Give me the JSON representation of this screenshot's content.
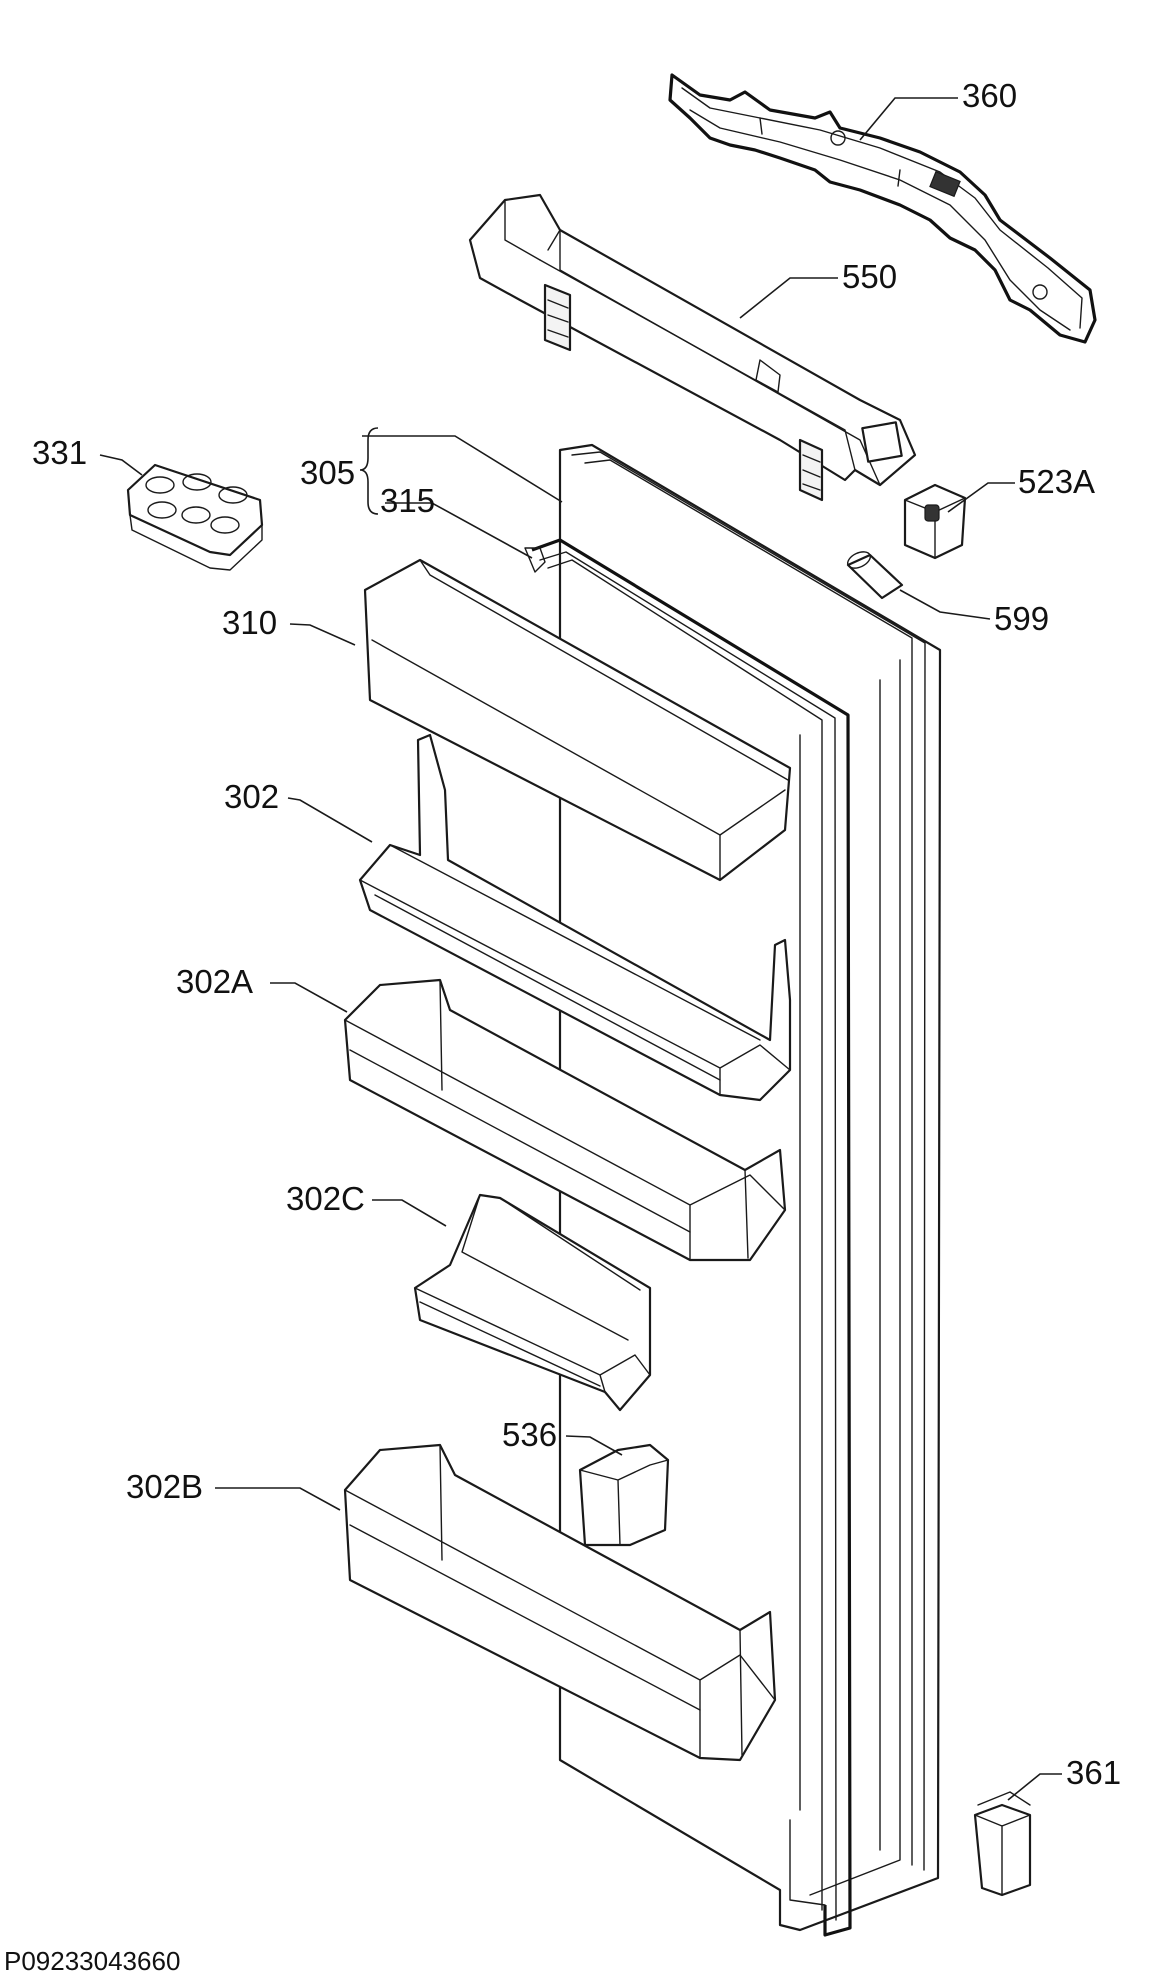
{
  "diagram": {
    "callouts": {
      "c360": "360",
      "c550": "550",
      "c331": "331",
      "c305": "305",
      "c315": "315",
      "c523a": "523A",
      "c599": "599",
      "c310": "310",
      "c302": "302",
      "c302a": "302A",
      "c302c": "302C",
      "c536": "536",
      "c302b": "302B",
      "c361": "361"
    },
    "drawing_code": "P09233043660"
  }
}
